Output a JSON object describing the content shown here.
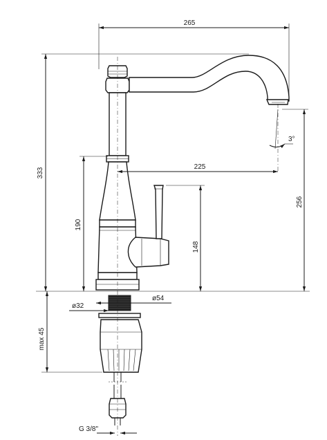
{
  "dimensions": {
    "d265": "265",
    "d333": "333",
    "d225": "225",
    "d256": "256",
    "d190": "190",
    "d148": "148",
    "angle": "3°",
    "dia32": "ø32",
    "dia54": "ø54",
    "max45": "max 45",
    "thread": "G 3/8\""
  }
}
